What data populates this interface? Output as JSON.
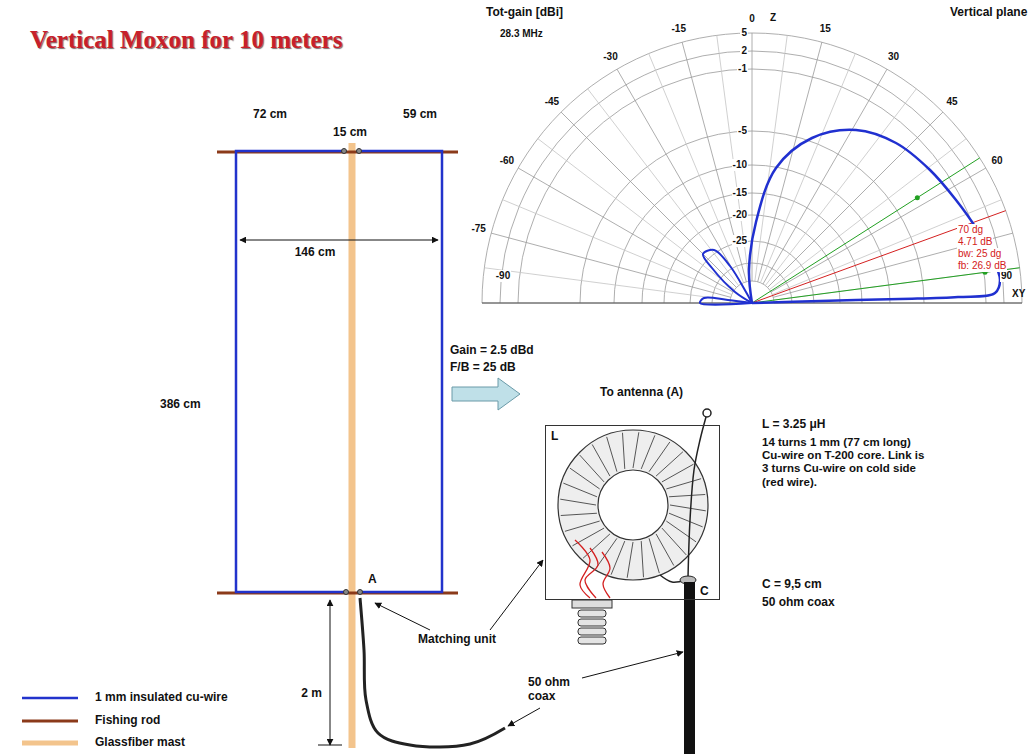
{
  "diagram": {
    "title": "Vertical Moxon for 10 meters",
    "nodes": [
      {
        "text": [
          "L"
        ]
      }
    ],
    "labels": [
      "72 cm",
      "15 cm",
      "59 cm",
      "146 cm",
      "386 cm",
      "A",
      "2 m",
      "Gain = 2.5 dBd",
      "F/B = 25 dB",
      "To antenna (A)",
      "Matching unit",
      "50 ohm coax",
      "L = 3.25 μH",
      "14 turns 1 mm (77 cm long) Cu-wire on T-200 core. Link is 3 turns Cu-wire on cold side (red wire).",
      "C = 9,5 cm",
      "50 ohm coax",
      "C",
      "Tot-gain [dBi]",
      "Vertical plane",
      "28.3 MHz",
      "0",
      "Z",
      "15",
      "30",
      "45",
      "60",
      "90",
      "XY",
      "-15",
      "-30",
      "-45",
      "-60",
      "-75",
      "-90",
      "5",
      "2",
      "-1",
      "-5",
      "-10",
      "-15",
      "-20",
      "-25",
      "70 dg",
      "4.71 dB",
      "bw: 25 dg",
      "fb: 26.9 dB"
    ],
    "legend": [
      {
        "text": "1 mm insulated cu-wire"
      },
      {
        "text": "Fishing rod"
      },
      {
        "text": "Glassfiber mast"
      }
    ]
  }
}
